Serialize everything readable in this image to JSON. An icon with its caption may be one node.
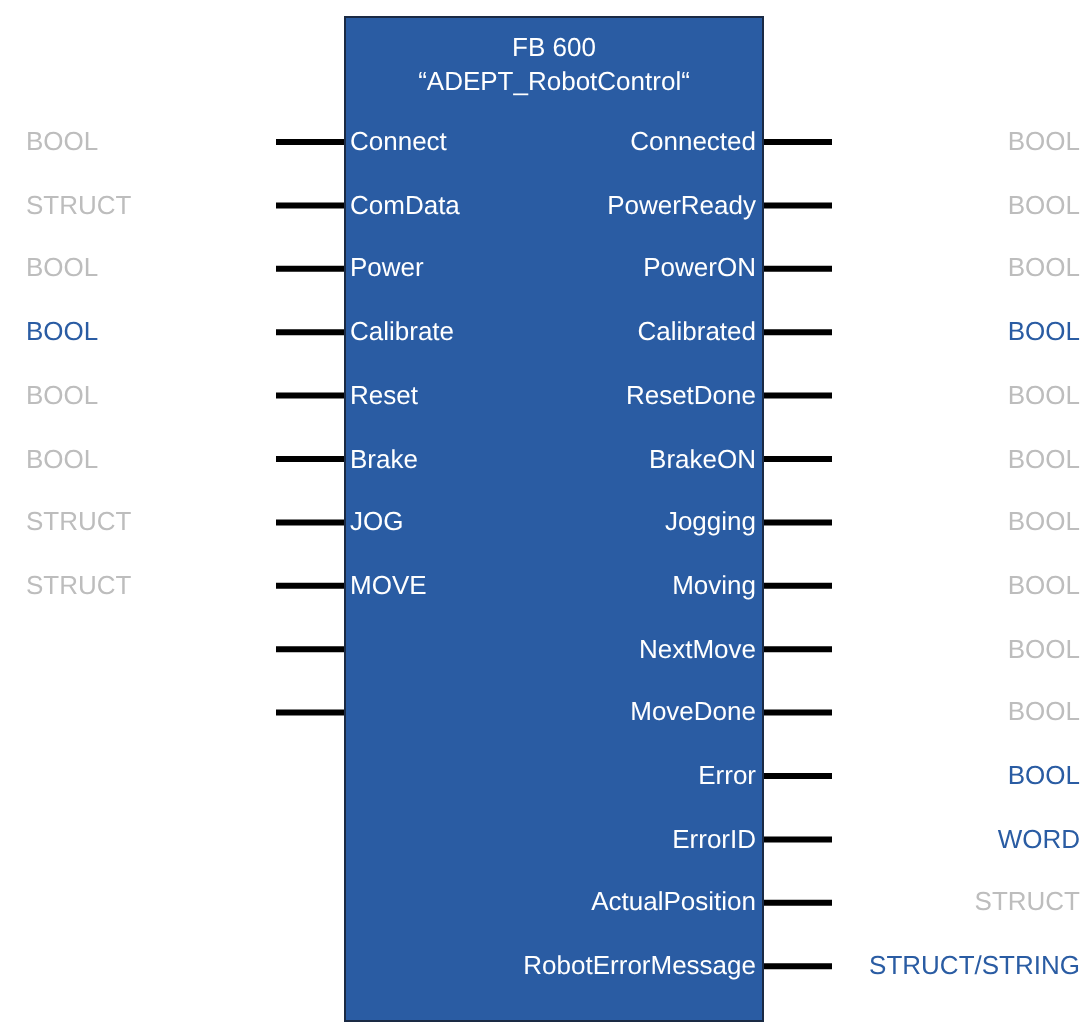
{
  "diagram": {
    "nodes": [
      {
        "text": [
          "FB 600",
          "“ADEPT_RobotControl“"
        ]
      }
    ],
    "labels": [
      "BOOL",
      "Connect",
      "Connected",
      "BOOL",
      "STRUCT",
      "ComData",
      "PowerReady",
      "BOOL",
      "BOOL",
      "Power",
      "PowerON",
      "BOOL",
      "BOOL",
      "Calibrate",
      "Calibrated",
      "BOOL",
      "BOOL",
      "Reset",
      "ResetDone",
      "BOOL",
      "BOOL",
      "Brake",
      "BrakeON",
      "BOOL",
      "STRUCT",
      "JOG",
      "Jogging",
      "BOOL",
      "STRUCT",
      "MOVE",
      "Moving",
      "BOOL",
      "NextMove",
      "BOOL",
      "MoveDone",
      "BOOL",
      "Error",
      "BOOL",
      "ErrorID",
      "WORD",
      "ActualPosition",
      "STRUCT",
      "RobotErrorMessage",
      "STRUCT/STRING"
    ]
  }
}
